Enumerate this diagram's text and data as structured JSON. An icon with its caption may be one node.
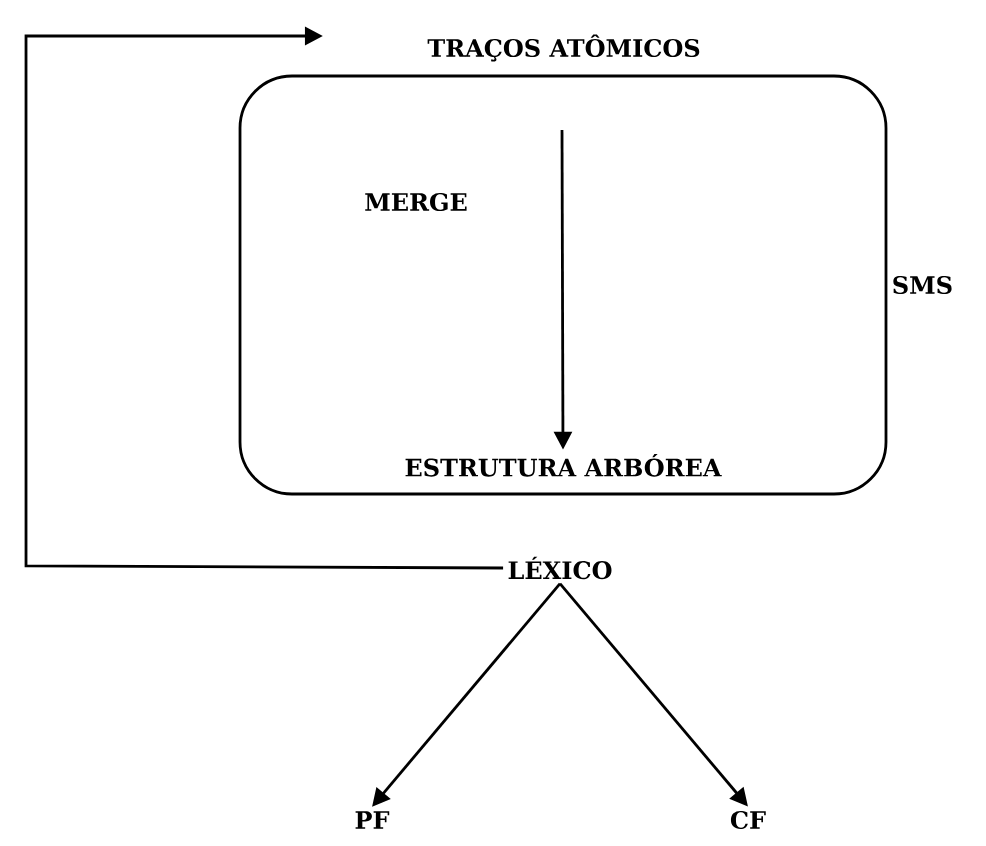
{
  "diagram": {
    "nodes": [
      {
        "text": [
          "SMS"
        ]
      },
      {
        "text": [
          "TRAÇOS ATÔMICOS"
        ]
      },
      {
        "text": [
          "ESTRUTURA ARBÓREA"
        ],
        "in": 0
      },
      {
        "text": [
          "LÉXICO"
        ]
      },
      {
        "text": [
          "PF"
        ]
      },
      {
        "text": [
          "CF"
        ]
      }
    ],
    "edges": [
      {
        "from": 3,
        "to": 1,
        "arrow": "to"
      },
      {
        "from": 1,
        "to": 2,
        "arrow": "to",
        "label": "MERGE"
      },
      {
        "from": 3,
        "to": 4,
        "arrow": "to"
      },
      {
        "from": 3,
        "to": 5,
        "arrow": "to"
      }
    ]
  }
}
